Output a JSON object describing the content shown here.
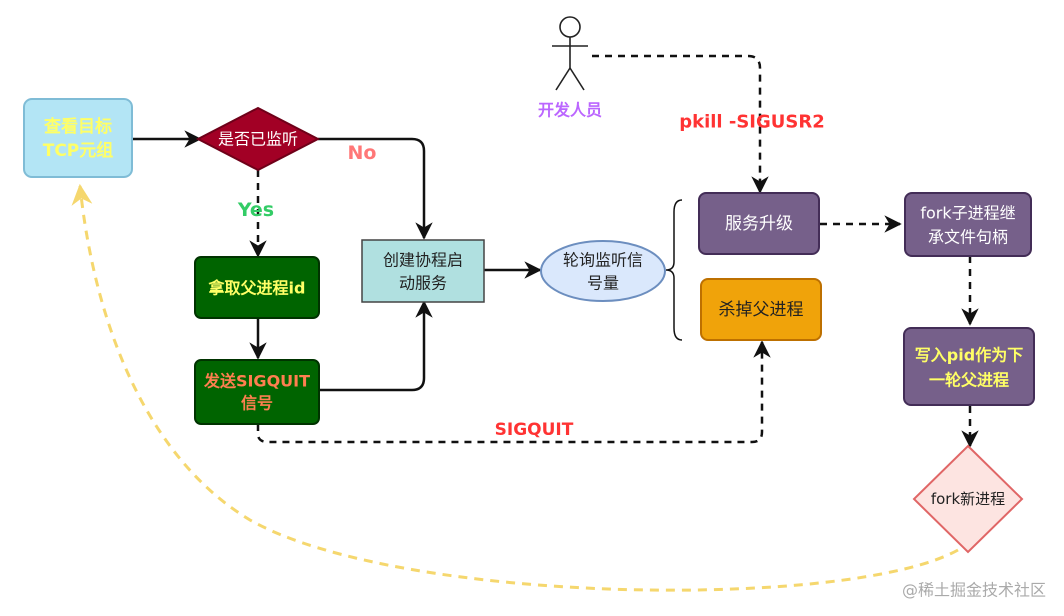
{
  "nodes": {
    "check_tcp": {
      "line1": "查看目标",
      "line2": "TCP元组"
    },
    "is_listening": {
      "label": "是否已监听"
    },
    "get_parent_pid": {
      "label": "拿取父进程id"
    },
    "send_sigquit": {
      "line1": "发送SIGQUIT",
      "line2": "信号"
    },
    "create_coroutine": {
      "line1": "创建协程启",
      "line2": "动服务"
    },
    "poll_signal": {
      "line1": "轮询监听信",
      "line2": "号量"
    },
    "developer": {
      "label": "开发人员"
    },
    "service_upgrade": {
      "label": "服务升级"
    },
    "kill_parent": {
      "label": "杀掉父进程"
    },
    "fork_child": {
      "line1": "fork子进程继",
      "line2": "承文件句柄"
    },
    "write_pid": {
      "line1": "写入pid作为下",
      "line2": "一轮父进程"
    },
    "fork_new": {
      "label": "fork新进程"
    }
  },
  "edge_labels": {
    "no": "No",
    "yes": "Yes",
    "pkill": "pkill -SIGUSR2",
    "sigquit": "SIGQUIT"
  },
  "watermark": "@稀土掘金技术社区",
  "colors": {
    "cyan_fill": "#b3e5f5",
    "teal_fill": "#b0e0e0",
    "red_fill": "#a20025",
    "green_fill": "#006400",
    "purple_fill": "#76608a",
    "orange_fill": "#f0a30a",
    "pink_fill": "#fde4e1",
    "ellipse_fill": "#dae8fc",
    "yellow_text": "#ffff66",
    "orange_text": "#ff7f50",
    "label_red": "#ff3333",
    "label_pink": "#ff7777",
    "label_green": "#33cc66",
    "dev_purple": "#bb66ff",
    "dashed_yellow": "#f5d76e"
  }
}
